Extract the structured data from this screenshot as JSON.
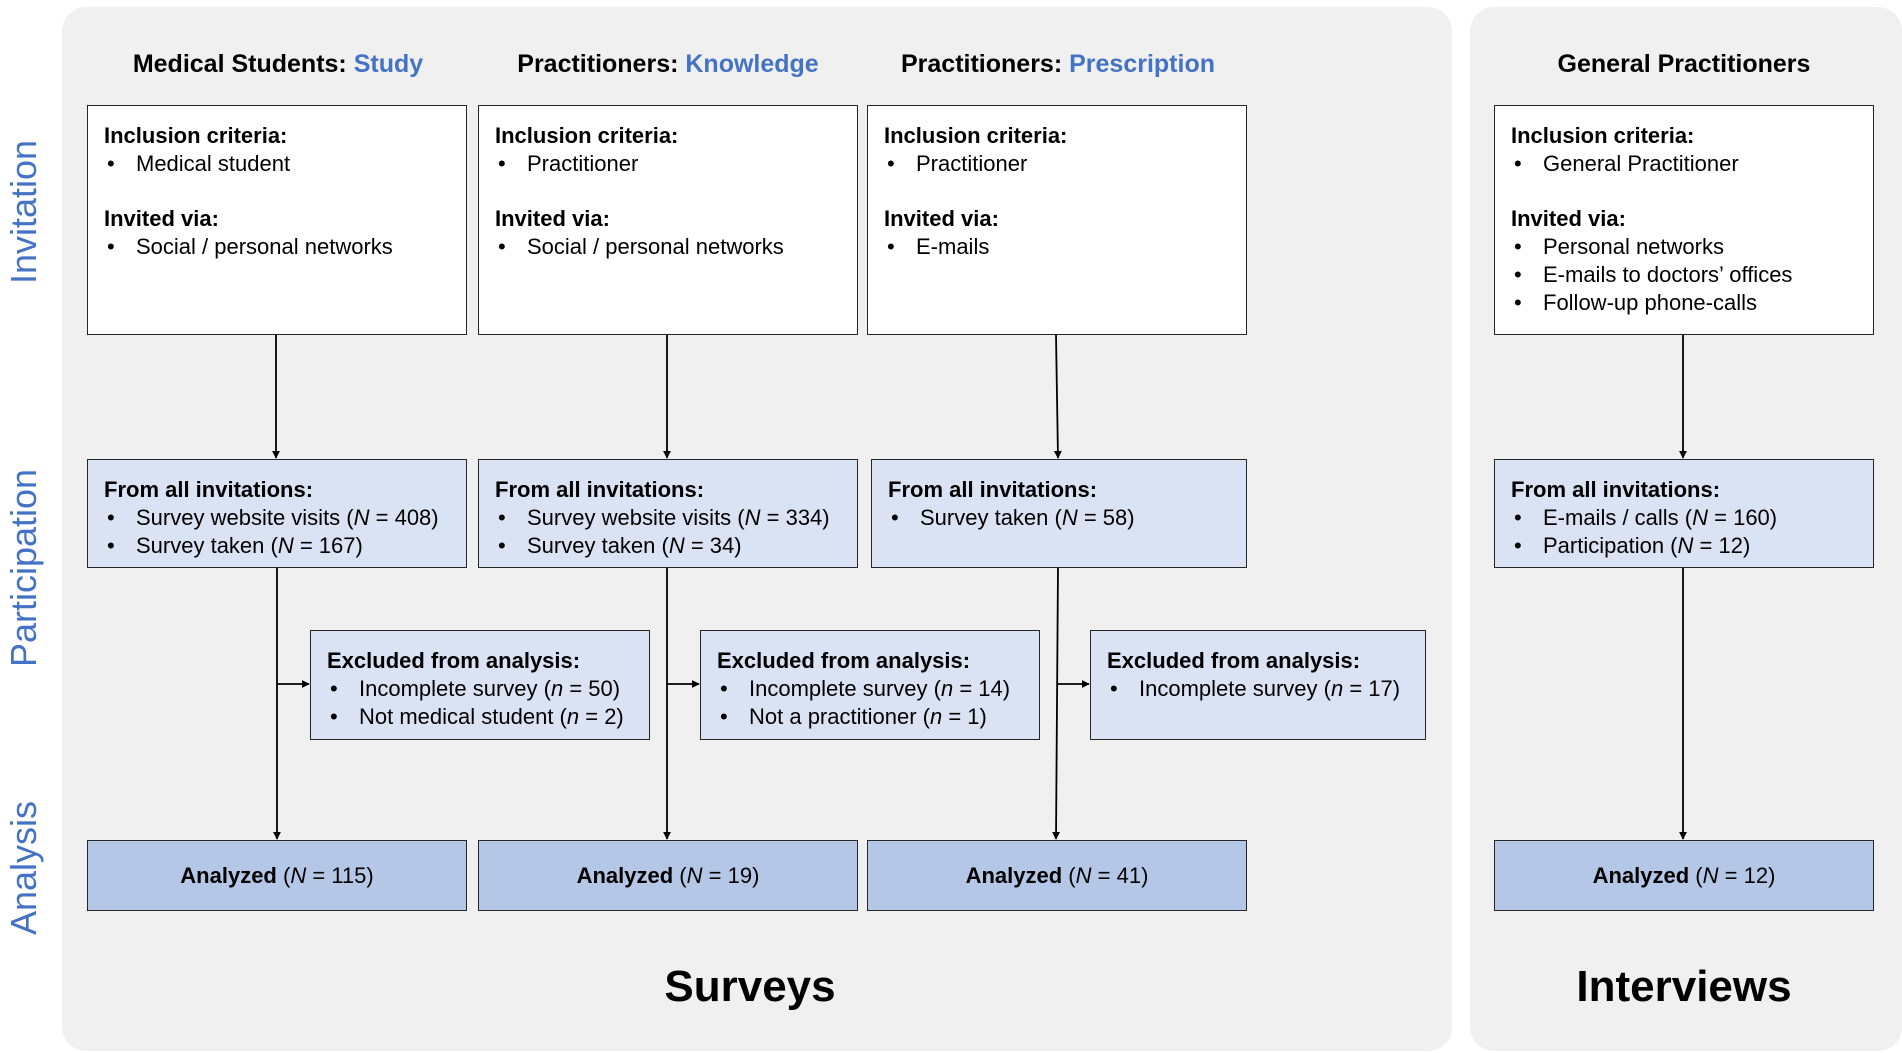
{
  "stages": {
    "invitation": "Invitation",
    "participation": "Participation",
    "analysis": "Analysis"
  },
  "sections": {
    "surveys": "Surveys",
    "interviews": "Interviews"
  },
  "columns": [
    {
      "title_prefix": "Medical Students: ",
      "title_highlight": "Study",
      "invitation": {
        "inclusion_header": "Inclusion criteria:",
        "inclusion_items": [
          "Medical student"
        ],
        "invited_header": "Invited via:",
        "invited_items": [
          "Social / personal networks"
        ]
      },
      "participation": {
        "header": "From all invitations:",
        "items": [
          {
            "pre": "Survey website visits (",
            "var": "N",
            "post": " = 408)"
          },
          {
            "pre": "Survey taken (",
            "var": "N",
            "post": " = 167)"
          }
        ]
      },
      "excluded": {
        "header": "Excluded from analysis:",
        "items": [
          {
            "pre": "Incomplete survey (",
            "var": "n",
            "post": " = 50)"
          },
          {
            "pre": "Not medical student (",
            "var": "n",
            "post": " = 2)"
          }
        ]
      },
      "analyzed": {
        "label": "Analyzed",
        "pre": " (",
        "var": "N",
        "post": " = 115)"
      }
    },
    {
      "title_prefix": "Practitioners: ",
      "title_highlight": "Knowledge",
      "invitation": {
        "inclusion_header": "Inclusion criteria:",
        "inclusion_items": [
          "Practitioner"
        ],
        "invited_header": "Invited via:",
        "invited_items": [
          "Social / personal networks"
        ]
      },
      "participation": {
        "header": "From all invitations:",
        "items": [
          {
            "pre": "Survey website visits (",
            "var": "N",
            "post": " = 334)"
          },
          {
            "pre": "Survey taken (",
            "var": "N",
            "post": " = 34)"
          }
        ]
      },
      "excluded": {
        "header": "Excluded from analysis:",
        "items": [
          {
            "pre": "Incomplete survey (",
            "var": "n",
            "post": " = 14)"
          },
          {
            "pre": "Not a practitioner (",
            "var": "n",
            "post": " = 1)"
          }
        ]
      },
      "analyzed": {
        "label": "Analyzed",
        "pre": " (",
        "var": "N",
        "post": " = 19)"
      }
    },
    {
      "title_prefix": "Practitioners: ",
      "title_highlight": "Prescription",
      "invitation": {
        "inclusion_header": "Inclusion criteria:",
        "inclusion_items": [
          "Practitioner"
        ],
        "invited_header": "Invited via:",
        "invited_items": [
          "E-mails"
        ]
      },
      "participation": {
        "header": "From all invitations:",
        "items": [
          {
            "pre": "Survey taken (",
            "var": "N",
            "post": " = 58)"
          }
        ]
      },
      "excluded": {
        "header": "Excluded from analysis:",
        "items": [
          {
            "pre": "Incomplete survey (",
            "var": "n",
            "post": " = 17)"
          }
        ]
      },
      "analyzed": {
        "label": "Analyzed",
        "pre": " (",
        "var": "N",
        "post": " = 41)"
      }
    },
    {
      "title_prefix": "General Practitioners",
      "title_highlight": "",
      "invitation": {
        "inclusion_header": "Inclusion criteria:",
        "inclusion_items": [
          "General Practitioner"
        ],
        "invited_header": "Invited via:",
        "invited_items": [
          "Personal networks",
          "E-mails to doctors’ offices",
          "Follow-up phone-calls"
        ]
      },
      "participation": {
        "header": "From all invitations:",
        "items": [
          {
            "pre": "E-mails / calls (",
            "var": "N",
            "post": " = 160)"
          },
          {
            "pre": "Participation (",
            "var": "N",
            "post": " = 12)"
          }
        ]
      },
      "analyzed": {
        "label": "Analyzed",
        "pre": " (",
        "var": "N",
        "post": " = 12)"
      }
    }
  ],
  "colors": {
    "panel_bg": "#f0f0f0",
    "accent_blue": "#4472c4",
    "participation_fill": "#dae3f3",
    "analyzed_fill": "#b4c7e7",
    "invitation_fill": "#ffffff"
  }
}
